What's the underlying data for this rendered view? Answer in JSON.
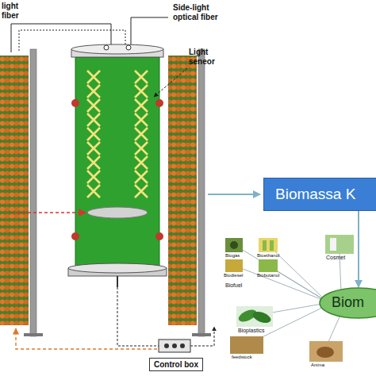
{
  "diagram": {
    "nodes": [
      {
        "text": [
          "Biomassa K"
        ]
      },
      {
        "text": [
          "Biom"
        ]
      },
      {
        "text": [
          "Control box"
        ]
      }
    ],
    "edges": [
      {
        "from": 0,
        "to": 1,
        "arrow": "to"
      }
    ],
    "labels": [
      "light fiber",
      "Side-light optical fiber",
      "Light seneor",
      "Biogas",
      "Bioethanol",
      "Biodiesel",
      "Biobutanol",
      "Biofuel",
      "Bioplastics",
      "Cosmet",
      "feedstock",
      "Anima"
    ]
  }
}
